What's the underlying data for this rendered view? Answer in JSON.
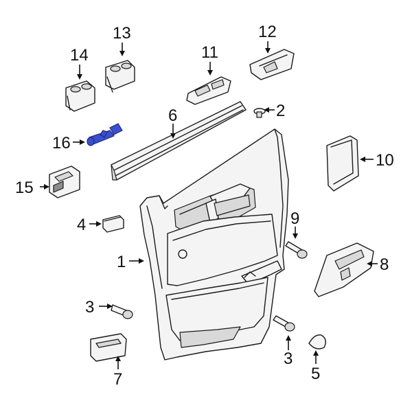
{
  "diagram": {
    "highlight_color": "#3a4fd0",
    "callouts": [
      {
        "id": "c1",
        "label": "1"
      },
      {
        "id": "c2",
        "label": "2"
      },
      {
        "id": "c3a",
        "label": "3"
      },
      {
        "id": "c3b",
        "label": "3"
      },
      {
        "id": "c4",
        "label": "4"
      },
      {
        "id": "c5",
        "label": "5"
      },
      {
        "id": "c6",
        "label": "6"
      },
      {
        "id": "c7",
        "label": "7"
      },
      {
        "id": "c8",
        "label": "8"
      },
      {
        "id": "c9",
        "label": "9"
      },
      {
        "id": "c10",
        "label": "10"
      },
      {
        "id": "c11",
        "label": "11"
      },
      {
        "id": "c12",
        "label": "12"
      },
      {
        "id": "c13",
        "label": "13"
      },
      {
        "id": "c14",
        "label": "14"
      },
      {
        "id": "c15",
        "label": "15"
      },
      {
        "id": "c16",
        "label": "16"
      }
    ]
  }
}
